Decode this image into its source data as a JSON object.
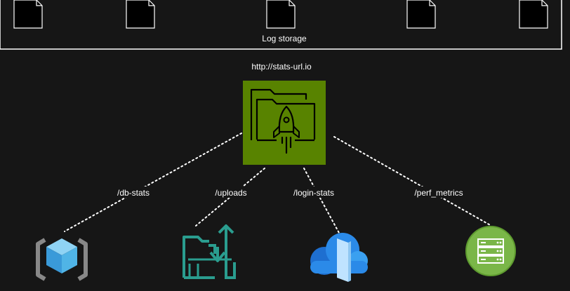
{
  "log_storage": {
    "label": "Log storage",
    "files": [
      "file-icon",
      "file-icon",
      "file-icon",
      "file-icon",
      "file-icon"
    ]
  },
  "service": {
    "url": "http://stats-url.io",
    "icon": "folder-rocket-icon",
    "fill_color": "#588300"
  },
  "routes": [
    {
      "label": "/db-stats",
      "icon": "cube-icon"
    },
    {
      "label": "/uploads",
      "icon": "sftp-icon"
    },
    {
      "label": "/login-stats",
      "icon": "cloud-icon"
    },
    {
      "label": "/perf_metrics",
      "icon": "server-icon"
    }
  ],
  "colors": {
    "background": "#161616",
    "cube": "#50b4e6",
    "sftp": "#2a9d8f",
    "cloud": "#1e88e5",
    "server": "#7ab648"
  }
}
